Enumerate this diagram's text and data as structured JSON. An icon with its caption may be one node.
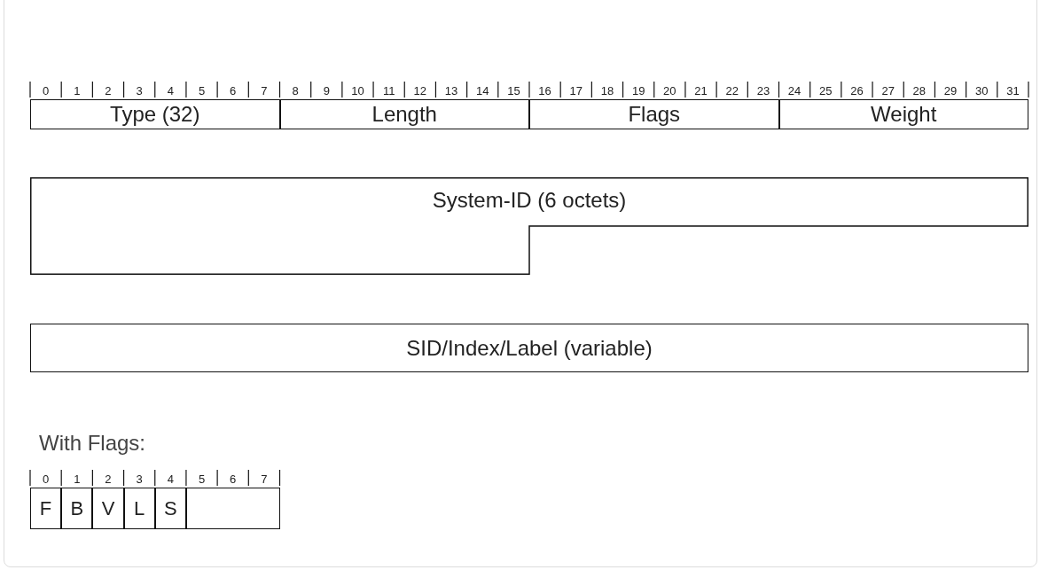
{
  "diagram": {
    "nodes": [
      {
        "text": [
          "Type (32)"
        ]
      },
      {
        "text": [
          "Length"
        ]
      },
      {
        "text": [
          "Flags"
        ]
      },
      {
        "text": [
          "Weight"
        ]
      },
      {
        "text": [
          "System-ID (6 octets)"
        ]
      },
      {
        "text": [
          "SID/Index/Label (variable)"
        ]
      },
      {
        "text": [
          "F"
        ]
      },
      {
        "text": [
          "B"
        ]
      },
      {
        "text": [
          "V"
        ]
      },
      {
        "text": [
          "L"
        ]
      },
      {
        "text": [
          "S"
        ]
      },
      {
        "text": [],
        "shape": "box"
      }
    ],
    "edges": [],
    "labels": [
      "0",
      "1",
      "2",
      "3",
      "4",
      "5",
      "6",
      "7",
      "8",
      "9",
      "10",
      "11",
      "12",
      "13",
      "14",
      "15",
      "16",
      "17",
      "18",
      "19",
      "20",
      "21",
      "22",
      "23",
      "24",
      "25",
      "26",
      "27",
      "28",
      "29",
      "30",
      "31",
      "With Flags:",
      "0",
      "1",
      "2",
      "3",
      "4",
      "5",
      "6",
      "7"
    ]
  }
}
